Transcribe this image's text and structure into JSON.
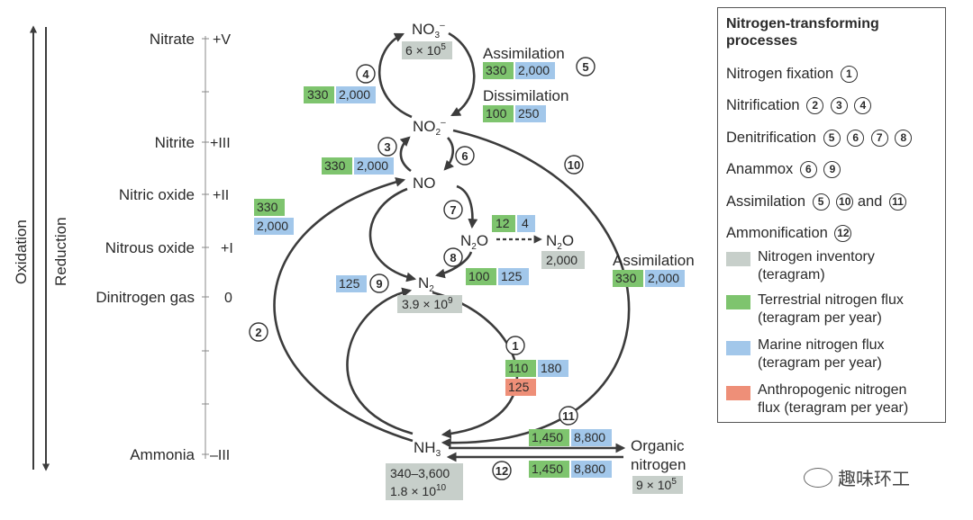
{
  "axis": {
    "oxidation": "Oxidation",
    "reduction": "Reduction"
  },
  "states": [
    {
      "name": "Nitrate",
      "ox": "+V"
    },
    {
      "name": "Nitrite",
      "ox": "+III"
    },
    {
      "name": "Nitric oxide",
      "ox": "+II"
    },
    {
      "name": "Nitrous oxide",
      "ox": "+I"
    },
    {
      "name": "Dinitrogen gas",
      "ox": "0"
    },
    {
      "name": "Ammonia",
      "ox": "–III"
    }
  ],
  "species": {
    "no3": {
      "base": "NO",
      "sub": "3",
      "sup": "–"
    },
    "no2": {
      "base": "NO",
      "sub": "2",
      "sup": "–"
    },
    "no": {
      "base": "NO"
    },
    "n2o_a": {
      "base": "N",
      "sub": "2",
      "tail": "O"
    },
    "n2o_b": {
      "base": "N",
      "sub": "2",
      "tail": "O"
    },
    "n2": {
      "base": "N",
      "sub": "2"
    },
    "nh3": {
      "base": "NH",
      "sub": "3"
    },
    "organic": {
      "line1": "Organic",
      "line2": "nitrogen"
    }
  },
  "labels": {
    "assim_top": "Assimilation",
    "dissim": "Dissimilation",
    "assim_right": "Assimilation"
  },
  "steps": {
    "s1": "1",
    "s2": "2",
    "s3": "3",
    "s4": "4",
    "s5": "5",
    "s6": "6",
    "s7": "7",
    "s8": "8",
    "s9": "9",
    "s10": "10",
    "s11": "11",
    "s12": "12"
  },
  "values": {
    "inv_no3": "6 × 10",
    "inv_no3_exp": "5",
    "s4_t": "330",
    "s4_m": "2,000",
    "s5_t": "330",
    "s5_m": "2,000",
    "dis_t": "100",
    "dis_m": "250",
    "s3_t": "330",
    "s3_m": "2,000",
    "s2_t": "330",
    "s2_m": "2,000",
    "s7_t": "12",
    "s7_m": "4",
    "inv_n2o": "2,000",
    "s8_t": "100",
    "s8_m": "125",
    "s9_m": "125",
    "inv_n2": "3.9 × 10",
    "inv_n2_exp": "9",
    "s10_t": "330",
    "s10_m": "2,000",
    "s1_t": "110",
    "s1_m": "180",
    "s1_a": "125",
    "s11_t": "1,450",
    "s11_m": "8,800",
    "s12_t": "1,450",
    "s12_m": "8,800",
    "inv_nh3_1": "340–3,600",
    "inv_nh3_2": "1.8 × 10",
    "inv_nh3_exp": "10",
    "inv_org": "9 × 10",
    "inv_org_exp": "5"
  },
  "legend": {
    "title": "Nitrogen-transforming processes",
    "rows": [
      {
        "text": "Nitrogen fixation",
        "nums": [
          "1"
        ]
      },
      {
        "text": "Nitrification",
        "nums": [
          "2",
          "3",
          "4"
        ]
      },
      {
        "text": "Denitrification",
        "nums": [
          "5",
          "6",
          "7",
          "8"
        ]
      },
      {
        "text": "Anammox",
        "nums": [
          "6",
          "9"
        ]
      },
      {
        "text": "Assimilation",
        "nums": [
          "5",
          "10"
        ],
        "and": "and",
        "last": "11"
      },
      {
        "text": "Ammonification",
        "nums": [
          "12"
        ]
      }
    ],
    "swatches": [
      {
        "color": "#c7cfca",
        "line1": "Nitrogen inventory",
        "line2": "(teragram)"
      },
      {
        "color": "#7ec46e",
        "line1": "Terrestrial nitrogen flux",
        "line2": "(teragram per year)"
      },
      {
        "color": "#a2c7ea",
        "line1": "Marine nitrogen flux",
        "line2": "(teragram per year)"
      },
      {
        "color": "#ee8f78",
        "line1": "Anthropogenic nitrogen",
        "line2": "flux (teragram per year)"
      }
    ]
  },
  "colors": {
    "inventory": "#c7cfca",
    "terrestrial": "#7ec46e",
    "marine": "#a2c7ea",
    "anthropogenic": "#ee8f78"
  },
  "watermark": "趣味环工"
}
